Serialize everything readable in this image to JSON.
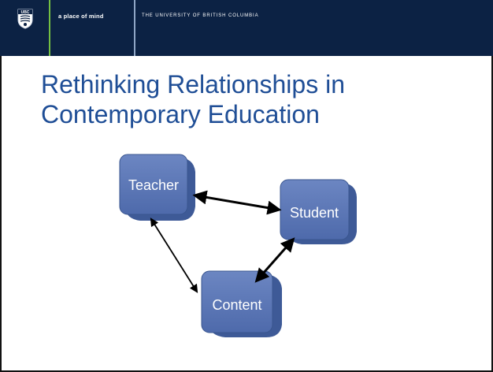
{
  "header": {
    "logo_text": "UBC",
    "tagline": "a place of mind",
    "university": "THE UNIVERSITY OF BRITISH COLUMBIA"
  },
  "slide": {
    "title_line1": "Rethinking Relationships in",
    "title_line2": "Contemporary Education"
  },
  "diagram": {
    "nodes": {
      "teacher": "Teacher",
      "student": "Student",
      "content": "Content"
    },
    "colors": {
      "node_face": "#5a76b5",
      "node_side": "#3e5a97",
      "header_bg": "#0c2244",
      "title": "#1f4e96"
    }
  }
}
